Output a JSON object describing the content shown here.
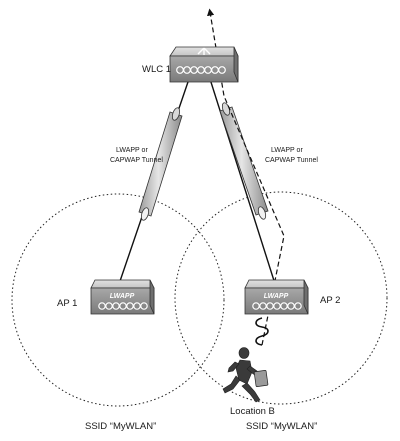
{
  "devices": {
    "wlc": {
      "label": "WLC 1"
    },
    "ap1": {
      "label": "AP 1",
      "face_text": "LWAPP"
    },
    "ap2": {
      "label": "AP 2",
      "face_text": "LWAPP"
    }
  },
  "tunnels": {
    "left": {
      "line1": "LWAPP or",
      "line2": "CAPWAP Tunnel"
    },
    "right": {
      "line1": "LWAPP or",
      "line2": "CAPWAP Tunnel"
    }
  },
  "cells": {
    "left": {
      "ssid": "SSID “MyWLAN”"
    },
    "right": {
      "ssid": "SSID “MyWLAN”"
    }
  },
  "client": {
    "location": "Location B"
  }
}
